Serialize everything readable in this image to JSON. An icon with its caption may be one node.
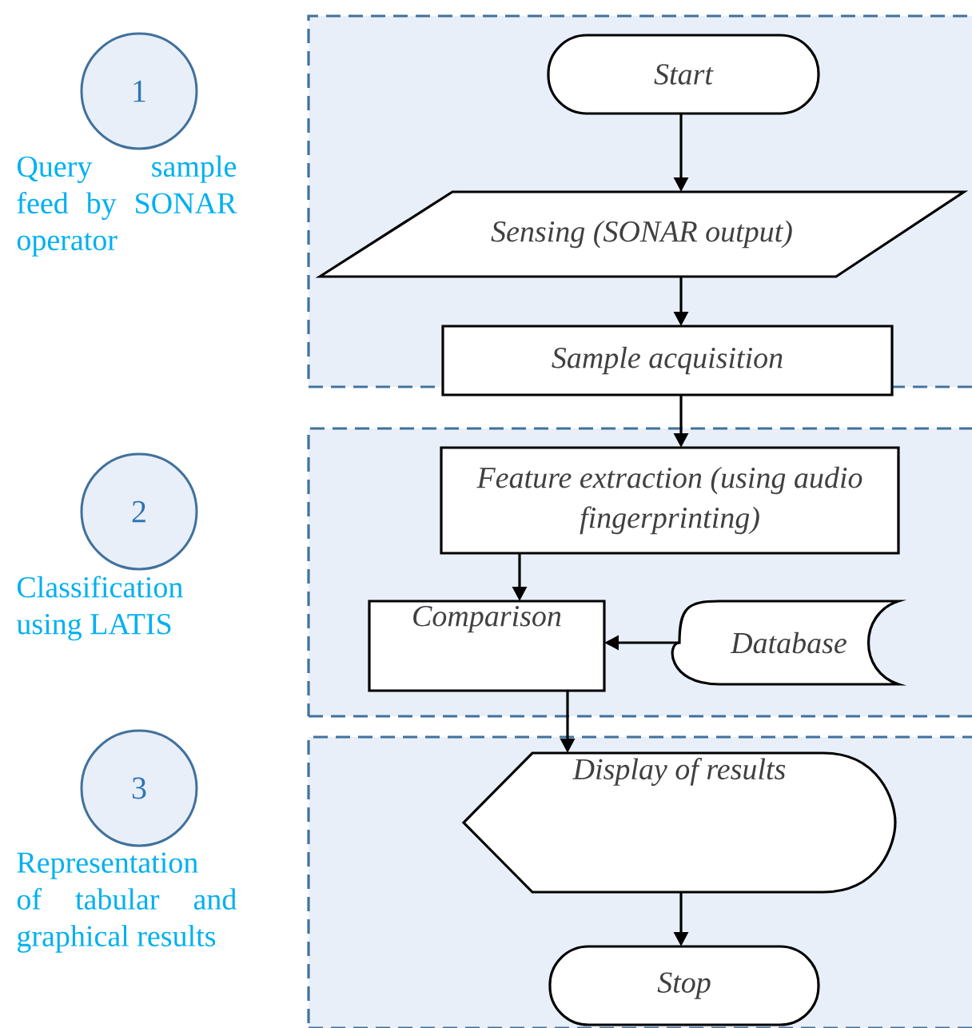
{
  "diagram": {
    "nodes": [
      {
        "text": [
          "1"
        ],
        "beside": [
          "Query sample feed by SONAR operator"
        ]
      },
      {
        "text": [],
        "shape": "box"
      },
      {
        "text": [
          "Start"
        ],
        "in": 1
      },
      {
        "text": [
          "Sensing (SONAR output)"
        ],
        "in": 1
      },
      {
        "text": [
          "Sample acquisition"
        ]
      },
      {
        "text": [
          "2"
        ],
        "beside": [
          "Classification using LATIS"
        ]
      },
      {
        "text": [],
        "shape": "box"
      },
      {
        "text": [
          "Feature extraction (using audio fingerprinting)"
        ],
        "in": 6
      },
      {
        "text": [
          "Comparison"
        ],
        "in": 6
      },
      {
        "text": [
          "Database"
        ],
        "in": 6
      },
      {
        "text": [
          "3"
        ],
        "beside": [
          "Representation of tabular and graphical results"
        ]
      },
      {
        "text": [],
        "shape": "box"
      },
      {
        "text": [
          "Display of results"
        ],
        "in": 11
      },
      {
        "text": [
          "Stop"
        ],
        "in": 11
      }
    ],
    "edges": [
      {
        "from": 2,
        "to": 3,
        "arrow": "to"
      },
      {
        "from": 3,
        "to": 4,
        "arrow": "to"
      },
      {
        "from": 4,
        "to": 7,
        "arrow": "to"
      },
      {
        "from": 7,
        "to": 8,
        "arrow": "to"
      },
      {
        "from": 9,
        "to": 8,
        "arrow": "to"
      },
      {
        "from": 8,
        "to": 12,
        "arrow": "to"
      },
      {
        "from": 12,
        "to": 13,
        "arrow": "to"
      }
    ]
  }
}
